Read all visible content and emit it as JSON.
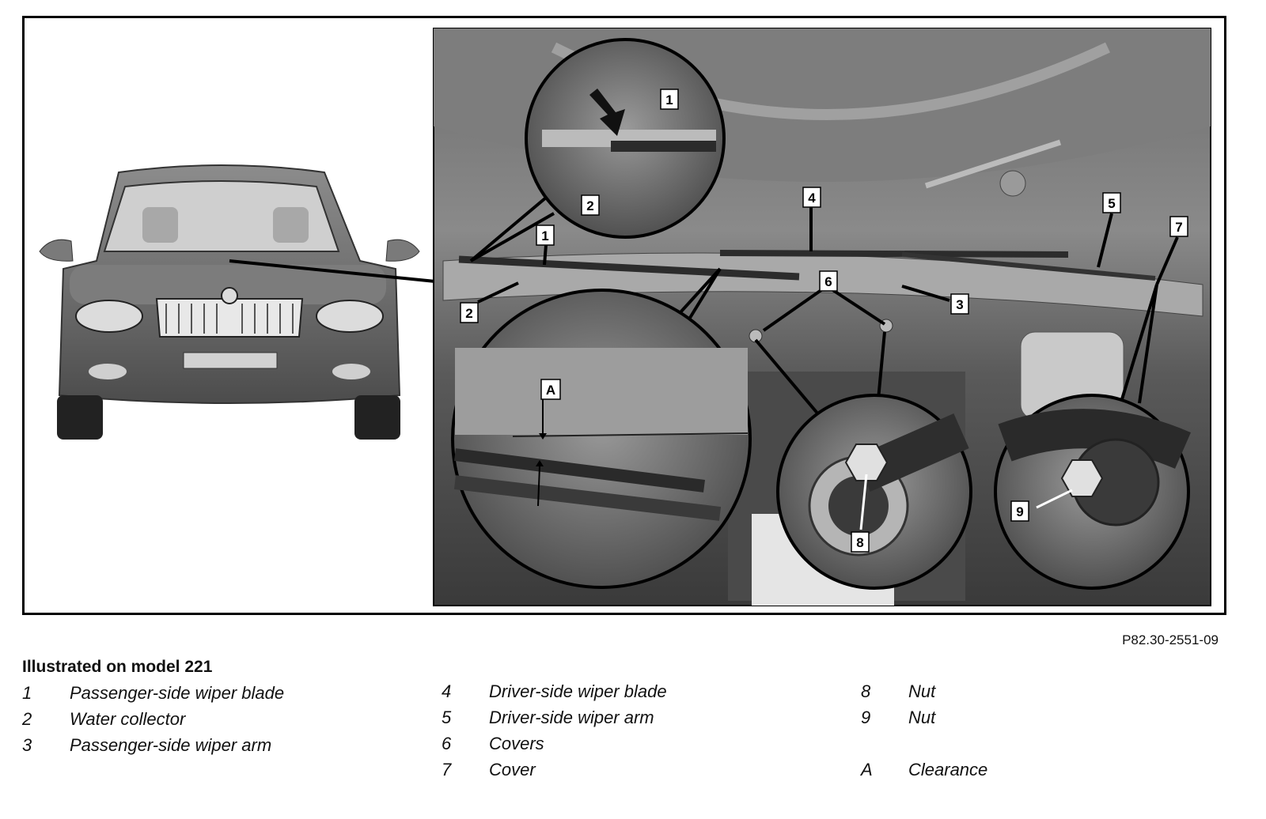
{
  "figure": {
    "code": "P82.30-2551-09",
    "callouts": {
      "c1a": "1",
      "c1b": "1",
      "c2a": "2",
      "c2b": "2",
      "c3": "3",
      "c4": "4",
      "c5": "5",
      "c6": "6",
      "c7": "7",
      "c8": "8",
      "c9": "9",
      "cA": "A"
    }
  },
  "caption": {
    "title": "Illustrated on model 221",
    "col1": [
      {
        "num": "1",
        "label": "Passenger-side wiper blade"
      },
      {
        "num": "2",
        "label": "Water collector"
      },
      {
        "num": "3",
        "label": "Passenger-side wiper arm"
      }
    ],
    "col2": [
      {
        "num": "4",
        "label": "Driver-side wiper blade"
      },
      {
        "num": "5",
        "label": "Driver-side wiper arm"
      },
      {
        "num": "6",
        "label": "Covers"
      },
      {
        "num": "7",
        "label": "Cover"
      }
    ],
    "col3": [
      {
        "num": "8",
        "label": "Nut"
      },
      {
        "num": "9",
        "label": "Nut"
      },
      {
        "num": "",
        "label": ""
      },
      {
        "num": "A",
        "label": "Clearance"
      }
    ]
  }
}
